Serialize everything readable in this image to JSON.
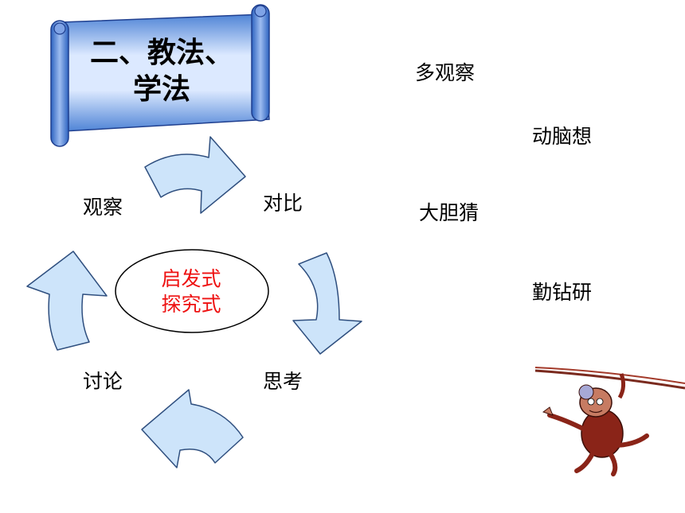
{
  "title": {
    "line1": "二、教法、",
    "line2": "学法"
  },
  "cycle": {
    "center": {
      "line1": "启发式",
      "line2": "探究式"
    },
    "nodes": {
      "observe": "观察",
      "compare": "对比",
      "think": "思考",
      "discuss": "讨论"
    }
  },
  "right_list": [
    "多观察",
    "动脑想",
    "大胆猜",
    "勤钻研"
  ],
  "colors": {
    "arrow_fill": "#cde4fa",
    "scroll_light": "#dce9ff",
    "scroll_dark": "#4f84d6",
    "center_text": "#ee1111"
  }
}
